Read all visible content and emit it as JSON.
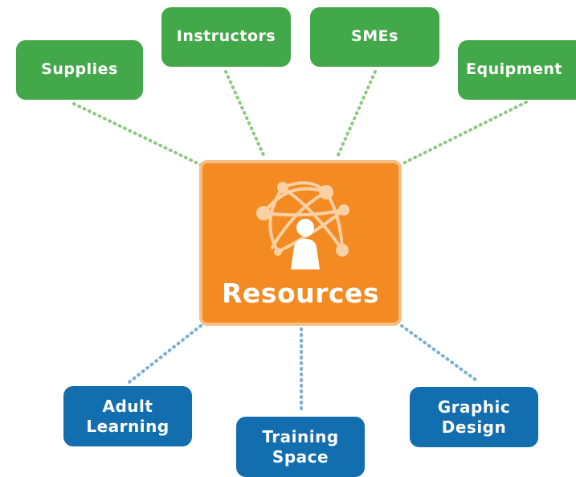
{
  "center": {
    "title": "Resources"
  },
  "top_nodes": [
    {
      "label": "Supplies"
    },
    {
      "label": "Instructors"
    },
    {
      "label": "SMEs"
    },
    {
      "label": "Equipment"
    }
  ],
  "bottom_nodes": [
    {
      "label": "Adult\nLearning"
    },
    {
      "label": "Training\nSpace"
    },
    {
      "label": "Graphic\nDesign"
    }
  ],
  "colors": {
    "top_node": "#43a84a",
    "top_connector": "#8cc97f",
    "center": "#f38b22",
    "center_border": "#f7be85",
    "bottom_node": "#126eaf",
    "bottom_connector": "#7aaed3"
  },
  "icons": {
    "center": "network-person-icon"
  }
}
